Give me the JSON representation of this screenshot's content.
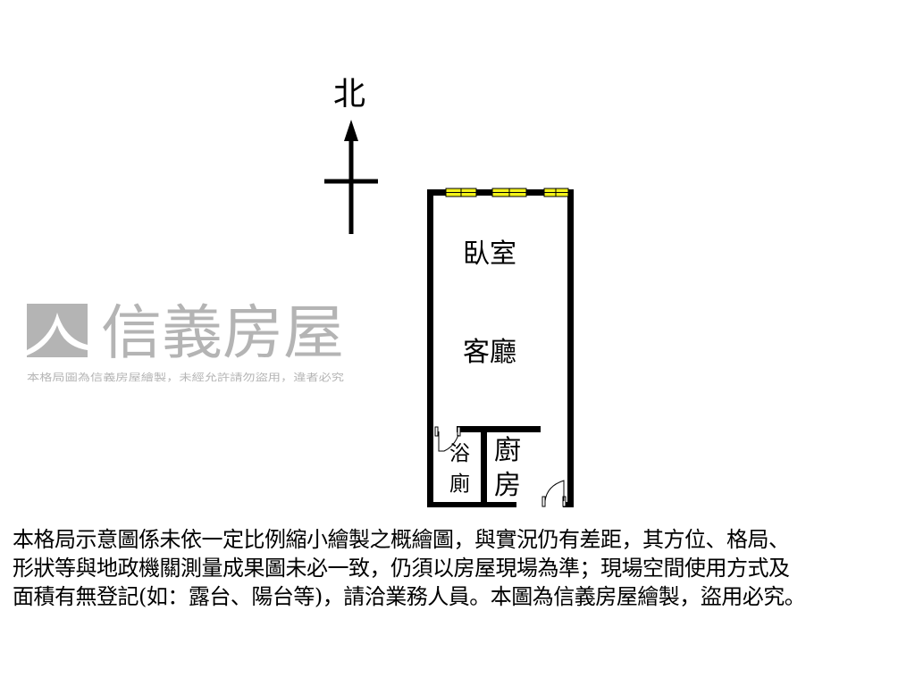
{
  "compass": {
    "north_label": "北"
  },
  "rooms": {
    "bedroom": "臥室",
    "living_room": "客廳",
    "bathroom": [
      "浴",
      "廁"
    ],
    "kitchen": [
      "廚",
      "房"
    ]
  },
  "watermark": {
    "brand": "信義房屋",
    "notice": "本格局圖為信義房屋繪製，未經允許請勿盜用，違者必究"
  },
  "colors": {
    "wall": "#000000",
    "window": "#f2f21a",
    "watermark": "#a8a8a8"
  },
  "caption": {
    "lines": [
      "本格局示意圖係未依一定比例縮小繪製之概繪圖，與實況仍有差距，其方位、格局、",
      "形狀等與地政機關測量成果圖未必一致，仍須以房屋現場為準；現場空間使用方式及",
      "面積有無登記(如：露台、陽台等)，請洽業務人員。本圖為信義房屋繪製，盜用必究。"
    ]
  }
}
